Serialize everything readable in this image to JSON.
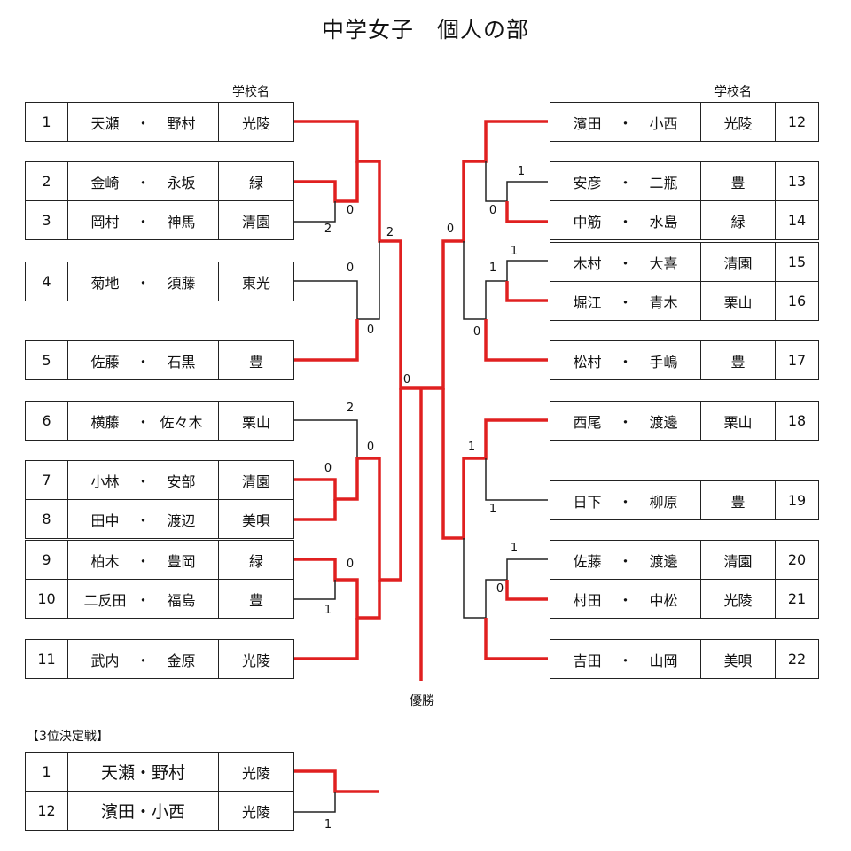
{
  "title": "中学女子　個人の部",
  "school_header": "学校名",
  "champion_label": "優勝",
  "third_place_title": "【3位決定戦】",
  "colors": {
    "winner_line": "#e02020",
    "line": "#222222"
  },
  "left_pairs": [
    {
      "seed": "1",
      "p1": "天瀬",
      "sep": "・",
      "p2": "野村",
      "school": "光陵"
    },
    {
      "seed": "2",
      "p1": "金崎",
      "sep": "・",
      "p2": "永坂",
      "school": "緑"
    },
    {
      "seed": "3",
      "p1": "岡村",
      "sep": "・",
      "p2": "神馬",
      "school": "清園"
    },
    {
      "seed": "4",
      "p1": "菊地",
      "sep": "・",
      "p2": "須藤",
      "school": "東光"
    },
    {
      "seed": "5",
      "p1": "佐藤",
      "sep": "・",
      "p2": "石黒",
      "school": "豊"
    },
    {
      "seed": "6",
      "p1": "横藤",
      "sep": "・",
      "p2": "佐々木",
      "school": "栗山"
    },
    {
      "seed": "7",
      "p1": "小林",
      "sep": "・",
      "p2": "安部",
      "school": "清園"
    },
    {
      "seed": "8",
      "p1": "田中",
      "sep": "・",
      "p2": "渡辺",
      "school": "美唄"
    },
    {
      "seed": "9",
      "p1": "柏木",
      "sep": "・",
      "p2": "豊岡",
      "school": "緑"
    },
    {
      "seed": "10",
      "p1": "二反田",
      "sep": "・",
      "p2": "福島",
      "school": "豊"
    },
    {
      "seed": "11",
      "p1": "武内",
      "sep": "・",
      "p2": "金原",
      "school": "光陵"
    }
  ],
  "right_pairs": [
    {
      "seed": "12",
      "p1": "濱田",
      "sep": "・",
      "p2": "小西",
      "school": "光陵"
    },
    {
      "seed": "13",
      "p1": "安彦",
      "sep": "・",
      "p2": "二瓶",
      "school": "豊"
    },
    {
      "seed": "14",
      "p1": "中筋",
      "sep": "・",
      "p2": "水島",
      "school": "緑"
    },
    {
      "seed": "15",
      "p1": "木村",
      "sep": "・",
      "p2": "大喜",
      "school": "清園"
    },
    {
      "seed": "16",
      "p1": "堀江",
      "sep": "・",
      "p2": "青木",
      "school": "栗山"
    },
    {
      "seed": "17",
      "p1": "松村",
      "sep": "・",
      "p2": "手嶋",
      "school": "豊"
    },
    {
      "seed": "18",
      "p1": "西尾",
      "sep": "・",
      "p2": "渡邊",
      "school": "栗山"
    },
    {
      "seed": "19",
      "p1": "日下",
      "sep": "・",
      "p2": "柳原",
      "school": "豊"
    },
    {
      "seed": "20",
      "p1": "佐藤",
      "sep": "・",
      "p2": "渡邊",
      "school": "清園"
    },
    {
      "seed": "21",
      "p1": "村田",
      "sep": "・",
      "p2": "中松",
      "school": "光陵"
    },
    {
      "seed": "22",
      "p1": "吉田",
      "sep": "・",
      "p2": "山岡",
      "school": "美唄"
    }
  ],
  "third_place": [
    {
      "seed": "1",
      "pair": "天瀬・野村",
      "school": "光陵"
    },
    {
      "seed": "12",
      "pair": "濱田・小西",
      "school": "光陵"
    }
  ],
  "scores": [
    "0",
    "2",
    "2",
    "0",
    "0",
    "0",
    "2",
    "0",
    "0",
    "1",
    "0",
    "0",
    "1",
    "0",
    "1",
    "1",
    "0",
    "1",
    "1",
    "1",
    "0",
    "1"
  ]
}
